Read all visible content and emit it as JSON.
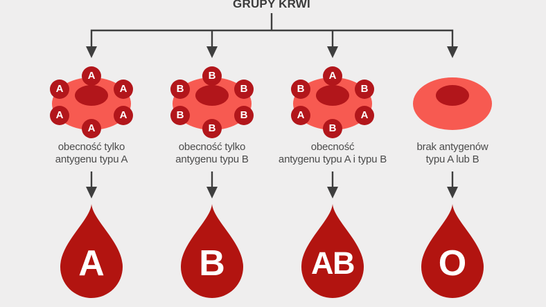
{
  "title": "GRUPY KRWI",
  "colors": {
    "background": "#efeeee",
    "connector_line": "#3e3e3e",
    "title_text": "#3b3b3b",
    "label_text": "#4b4b4b",
    "cell_body": "#f75a51",
    "cell_core": "#b2161b",
    "antigen_circle": "#b2161b",
    "antigen_letter": "#ffffff",
    "drop": "#b21410",
    "drop_letter": "#ffffff"
  },
  "groups": [
    {
      "id": "A",
      "antigens": [
        "A",
        "A",
        "A",
        "A",
        "A",
        "A"
      ],
      "description_line1": "obecność tylko",
      "description_line2": "antygenu typu A",
      "drop_label": "A"
    },
    {
      "id": "B",
      "antigens": [
        "B",
        "B",
        "B",
        "B",
        "B",
        "B"
      ],
      "description_line1": "obecność tylko",
      "description_line2": "antygenu typu B",
      "drop_label": "B"
    },
    {
      "id": "AB",
      "antigens": [
        "A",
        "B",
        "B",
        "A",
        "A",
        "B"
      ],
      "description_line1": "obecność",
      "description_line2": "antygenu typu A i typu B",
      "drop_label": "AB"
    },
    {
      "id": "O",
      "antigens": [],
      "description_line1": "brak antygenów",
      "description_line2": "typu A lub B",
      "drop_label": "O"
    }
  ]
}
